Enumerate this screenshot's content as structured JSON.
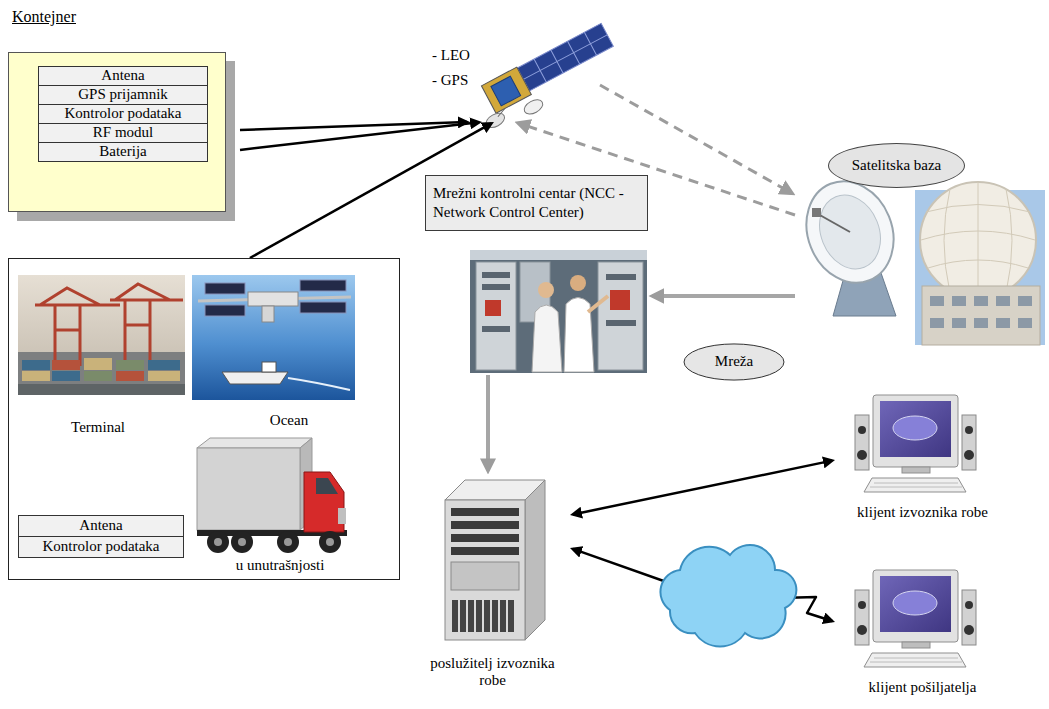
{
  "diagram": {
    "nodes": [
      {
        "text": [
          "Kontejner"
        ]
      },
      {
        "text": [
          "Antena"
        ],
        "in": 0
      },
      {
        "text": [
          "GPS prijamnik"
        ],
        "in": 0
      },
      {
        "text": [
          "Kontrolor podataka"
        ],
        "in": 0
      },
      {
        "text": [
          "RF modul"
        ],
        "in": 0
      },
      {
        "text": [
          "Baterija"
        ],
        "in": 0
      },
      {
        "text": [
          "- LEO",
          "- GPS"
        ]
      },
      {
        "text": [
          "Satelitska baza"
        ]
      },
      {
        "text": [
          "Mrežni kontrolni centar (NCC - Network Control Center)"
        ]
      },
      {
        "text": [
          "Mreža"
        ]
      },
      {
        "text": [
          "Terminal",
          "Ocean",
          "u unutrašnjosti"
        ]
      },
      {
        "text": [
          "Antena"
        ],
        "in": 10
      },
      {
        "text": [
          "Kontrolor podataka"
        ],
        "in": 10
      },
      {
        "text": [
          "poslužitelj izvoznika robe"
        ]
      },
      {
        "text": [
          "klijent izvoznika robe"
        ]
      },
      {
        "text": [
          "klijent pošiljatelja"
        ]
      }
    ],
    "edges": [
      {
        "from": 0,
        "to": 6,
        "arrow": "to"
      },
      {
        "from": 0,
        "to": 6,
        "arrow": "to"
      },
      {
        "from": 10,
        "to": 6,
        "arrow": "to"
      },
      {
        "from": 6,
        "to": 7,
        "arrow": "to"
      },
      {
        "from": 7,
        "to": 6,
        "arrow": "to"
      },
      {
        "from": 7,
        "to": 8,
        "arrow": "to"
      },
      {
        "from": 8,
        "to": 13,
        "arrow": "to"
      },
      {
        "from": 13,
        "to": 14,
        "arrow": "both"
      },
      {
        "from": 13,
        "to": 15,
        "arrow": "both"
      }
    ]
  }
}
